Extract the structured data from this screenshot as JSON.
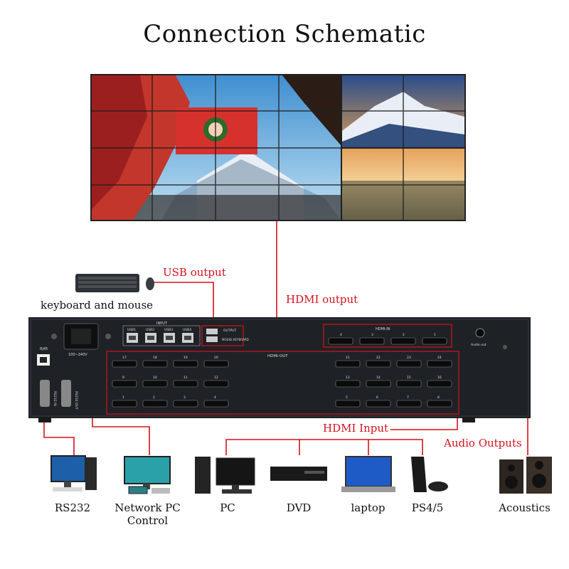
{
  "title": "Connection Schematic",
  "labels": {
    "usb_output": "USB output",
    "hdmi_output": "HDMI output",
    "hdmi_input": "HDMI Input",
    "audio_outputs": "Audio Outputs",
    "keyboard_mouse": "keyboard and mouse"
  },
  "panel": {
    "input_label": "INPUT",
    "usb_ports": [
      "USB1",
      "USB2",
      "USB3",
      "USB4"
    ],
    "output_label": "OUTPUT",
    "mouse_keyboard_label": "MOUSE KEYBOARD",
    "power_label": "100~240V",
    "rj45_label": "RJ45",
    "rs232_in_label": "RS232 IN",
    "rs232_out_label": "RS232 OUT",
    "hdmi_in_label": "HDMI-IN",
    "hdmi_in_ports": [
      "4",
      "3",
      "2",
      "1"
    ],
    "hdmi_out_label": "HDMI-OUT",
    "audio_out_label": "Audio out",
    "hdmi_out_left_rows": [
      [
        "17",
        "18",
        "19",
        "20"
      ],
      [
        "9",
        "10",
        "11",
        "12"
      ],
      [
        "1",
        "2",
        "3",
        "4"
      ]
    ],
    "hdmi_out_right_rows": [
      [
        "21",
        "22",
        "23",
        "24"
      ],
      [
        "13",
        "14",
        "15",
        "16"
      ],
      [
        "5",
        "6",
        "7",
        "8"
      ]
    ]
  },
  "devices": [
    "RS232",
    "Network PC Control",
    "PC",
    "DVD",
    "laptop",
    "PS4/5",
    "Acoustics"
  ],
  "colors": {
    "accent": "#d4121b",
    "device_body": "#1e2226",
    "title": "#111111"
  }
}
